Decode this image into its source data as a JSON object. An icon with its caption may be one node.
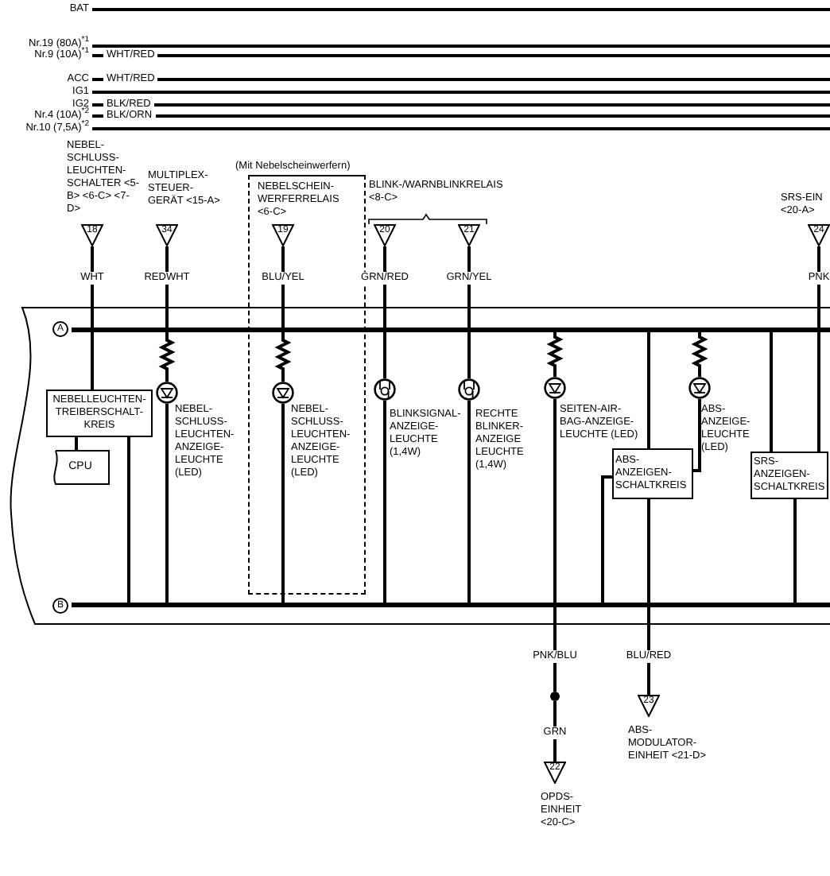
{
  "diagram": {
    "nodes": [
      {
        "text": [
          "18"
        ],
        "beside": [
          "NEBEL-SCHLUSS-LEUCHTEN-SCHALTER <5-B> <6-C> <7-D>"
        ]
      },
      {
        "text": [
          "34"
        ],
        "beside": [
          "MULTIPLEX-STEUER-GERÄT <15-A>"
        ]
      },
      {
        "text": [
          "(Mit Nebelscheinwerfern)"
        ]
      },
      {
        "text": [
          "19"
        ],
        "in": 2,
        "beside": [
          "NEBELSCHEIN-WERFERRELAIS <6-C>"
        ]
      },
      {
        "text": [
          "20"
        ]
      },
      {
        "text": [
          "21"
        ]
      },
      {
        "text": [
          "24"
        ],
        "beside": [
          "SRS-EIN <20-A>"
        ]
      },
      {
        "text": [],
        "shape": "box"
      },
      {
        "text": [],
        "shape": "bar",
        "in": 7,
        "beside": [
          "A"
        ]
      },
      {
        "text": [
          "NEBELLEUCHTEN-TREIBERSCHALT-KREIS"
        ],
        "in": 7
      },
      {
        "text": [
          "CPU"
        ],
        "in": 7
      },
      {
        "text": [],
        "shape": "circle",
        "in": 7,
        "beside": [
          "NEBEL-SCHLUSS-LEUCHTEN-ANZEIGE-LEUCHTE (LED)"
        ]
      },
      {
        "text": [],
        "shape": "circle",
        "beside": [
          "NEBEL-SCHLUSS-LEUCHTEN-ANZEIGE-LEUCHTE (LED)"
        ]
      },
      {
        "text": [],
        "shape": "circle",
        "in": 7,
        "beside": [
          "BLINKSIGNAL-ANZEIGE-LEUCHTE (1,4W)"
        ]
      },
      {
        "text": [],
        "shape": "circle",
        "in": 7,
        "beside": [
          "RECHTE BLINKER-ANZEIGE LEUCHTE (1,4W)"
        ]
      },
      {
        "text": [],
        "shape": "circle",
        "in": 7,
        "beside": [
          "SEITEN-AIR-BAG-ANZEIGE-LEUCHTE (LED)"
        ]
      },
      {
        "text": [],
        "shape": "circle",
        "in": 7,
        "beside": [
          "ABS-ANZEIGE-LEUCHTE (LED)"
        ]
      },
      {
        "text": [
          "ABS-ANZEIGEN-SCHALTKREIS"
        ],
        "in": 7
      },
      {
        "text": [
          "SRS-ANZEIGEN-SCHALTKREIS"
        ],
        "in": 7
      },
      {
        "text": [],
        "shape": "bar",
        "in": 7,
        "beside": [
          "B"
        ]
      },
      {
        "text": [],
        "shape": "circle"
      },
      {
        "text": [
          "22"
        ],
        "beside": [
          "OPDS-EINHEIT <20-C>"
        ]
      },
      {
        "text": [
          "23"
        ],
        "beside": [
          "ABS-MODULATOR-EINHEIT <21-D>"
        ]
      }
    ],
    "edges": [
      {
        "from": 0,
        "to": 9,
        "arrow": "none",
        "label": "WHT"
      },
      {
        "from": 1,
        "to": 11,
        "arrow": "none",
        "label": "REDWHT"
      },
      {
        "from": 3,
        "to": 12,
        "arrow": "none",
        "label": "BLU/YEL"
      },
      {
        "from": 4,
        "to": 13,
        "arrow": "none",
        "label": "GRN/RED"
      },
      {
        "from": 5,
        "to": 14,
        "arrow": "none",
        "label": "GRN/YEL"
      },
      {
        "from": 6,
        "to": 18,
        "arrow": "none",
        "label": "PNK"
      },
      {
        "from": 9,
        "to": 10,
        "arrow": "none"
      },
      {
        "from": 9,
        "to": 19,
        "arrow": "none"
      },
      {
        "from": 11,
        "to": 19,
        "arrow": "none"
      },
      {
        "from": 12,
        "to": 19,
        "arrow": "none"
      },
      {
        "from": 13,
        "to": 19,
        "arrow": "none"
      },
      {
        "from": 14,
        "to": 19,
        "arrow": "none"
      },
      {
        "from": 8,
        "to": 15,
        "arrow": "none"
      },
      {
        "from": 15,
        "to": 20,
        "arrow": "none",
        "label": "PNK/BLU"
      },
      {
        "from": 20,
        "to": 21,
        "arrow": "none",
        "label": "GRN"
      },
      {
        "from": 8,
        "to": 16,
        "arrow": "none"
      },
      {
        "from": 16,
        "to": 17,
        "arrow": "none"
      },
      {
        "from": 8,
        "to": 17,
        "arrow": "none"
      },
      {
        "from": 17,
        "to": 22,
        "arrow": "none",
        "label": "BLU/RED"
      },
      {
        "from": 17,
        "to": 19,
        "arrow": "none"
      },
      {
        "from": 8,
        "to": 18,
        "arrow": "none"
      },
      {
        "from": 18,
        "to": 19,
        "arrow": "none"
      }
    ],
    "labels": [
      "BAT",
      "Nr.19 (80A)$^{*1}$",
      "Nr.9 (10A)$^{*1}$",
      "WHT/RED",
      "ACC",
      "WHT/RED",
      "IG1",
      "IG2",
      "BLK/RED",
      "Nr.4 (10A)$^{*2}$",
      "BLK/ORN",
      "Nr.10 (7,5A)$^{*2}$",
      "BLINK-/WARNBLINKRELAIS <8-C>"
    ]
  }
}
